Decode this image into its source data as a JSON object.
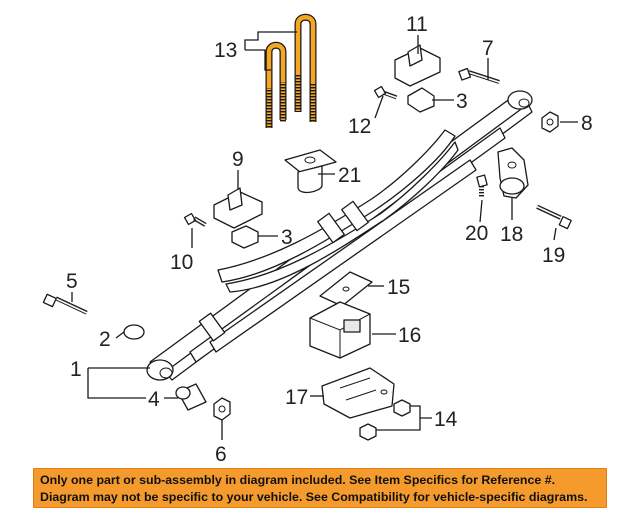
{
  "diagram": {
    "callouts": {
      "c1": "1",
      "c2": "2",
      "c3a": "3",
      "c3b": "3",
      "c4": "4",
      "c5": "5",
      "c6": "6",
      "c7": "7",
      "c8": "8",
      "c9": "9",
      "c10": "10",
      "c11": "11",
      "c12": "12",
      "c13": "13",
      "c14": "14",
      "c15": "15",
      "c16": "16",
      "c17": "17",
      "c18": "18",
      "c19": "19",
      "c20": "20",
      "c21": "21"
    },
    "highlight_color": "#f5a623",
    "outline_color": "#1a1a1a"
  },
  "banner": {
    "line1": "Only one part or sub-assembly in diagram included. See Item Specifics for Reference #.",
    "line2": "Diagram may not be specific to your vehicle. See Compatibility for vehicle-specific diagrams.",
    "background_color": "#f59a2c"
  }
}
